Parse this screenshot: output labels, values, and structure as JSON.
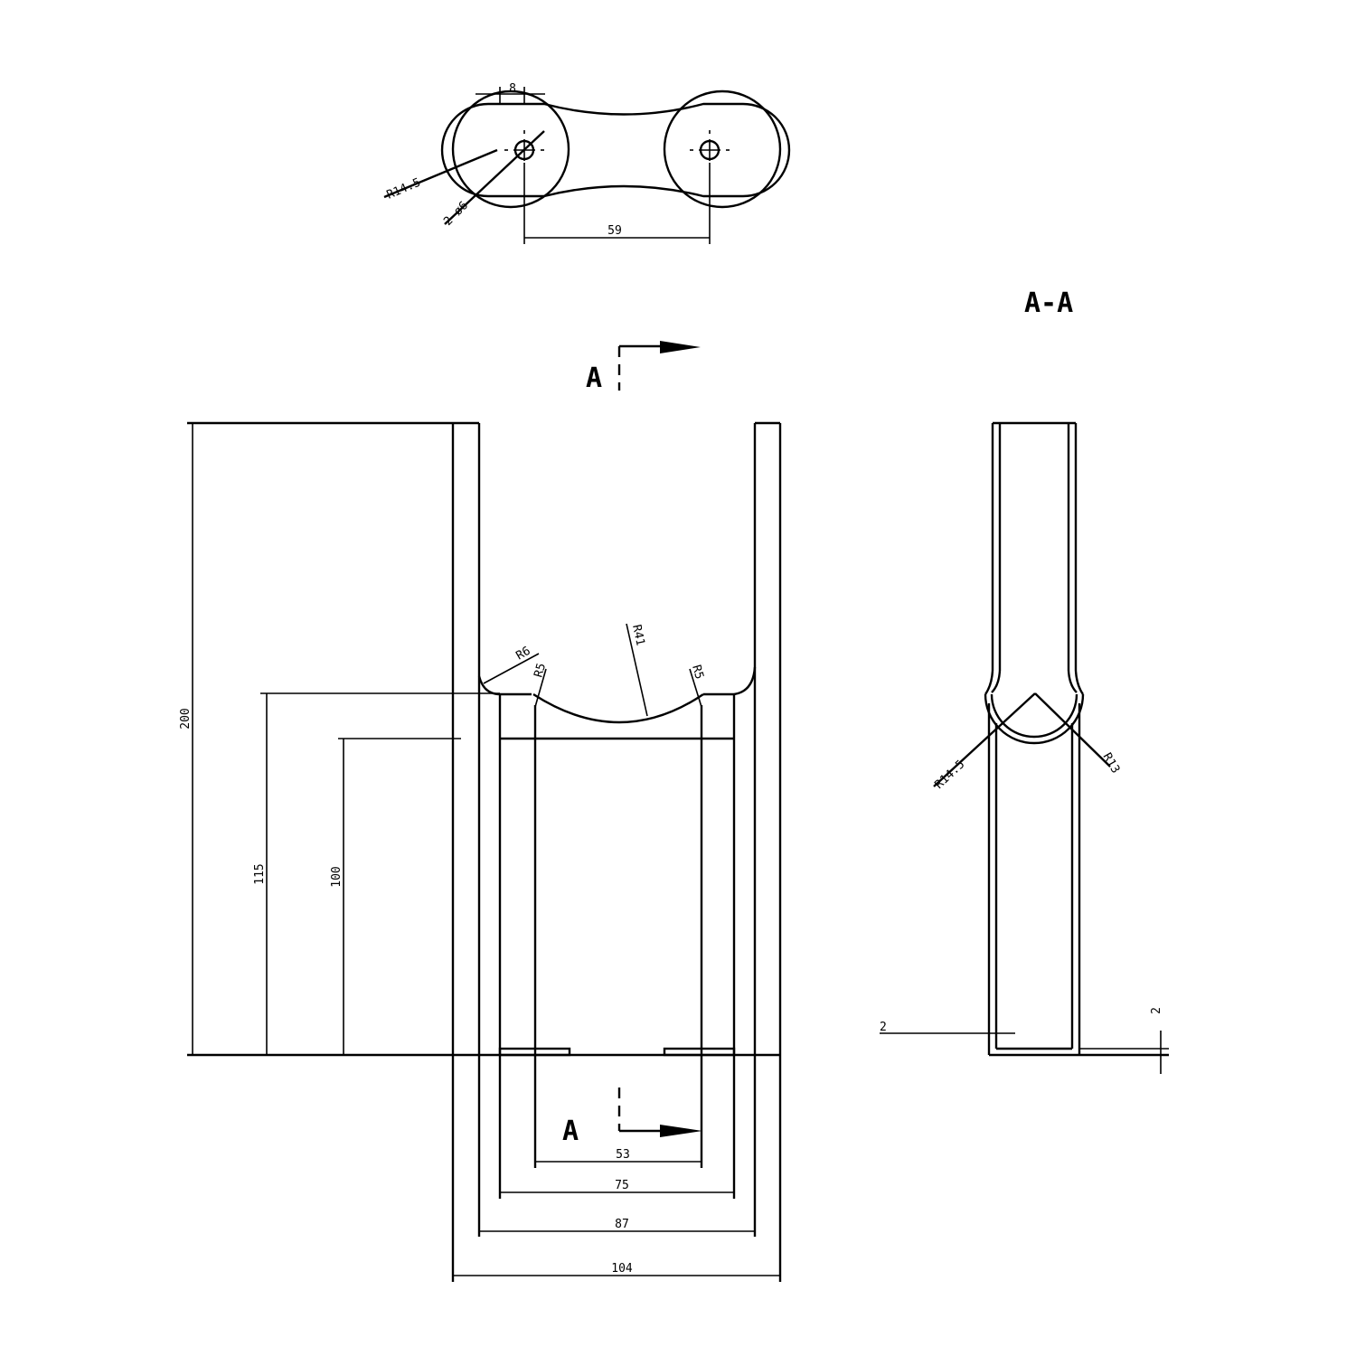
{
  "section_marker": "A",
  "section_view_title": "A-A",
  "top_view": {
    "slot_width": "8",
    "outer_radius": "R14.5",
    "holes": "2-ø6",
    "hole_spacing": "59"
  },
  "front_view": {
    "height_total": "200",
    "height_mid": "115",
    "height_low": "100",
    "r_corner": "R6",
    "r_left_small": "R5",
    "r_arc": "R41",
    "r_right_small": "R5",
    "w_inner": "53",
    "w_mid": "75",
    "w_outer_inner": "87",
    "w_total": "104"
  },
  "side_view": {
    "r_outer": "R14.5",
    "r_inner": "R13",
    "wall_thickness": "2",
    "base_thickness": "2"
  }
}
